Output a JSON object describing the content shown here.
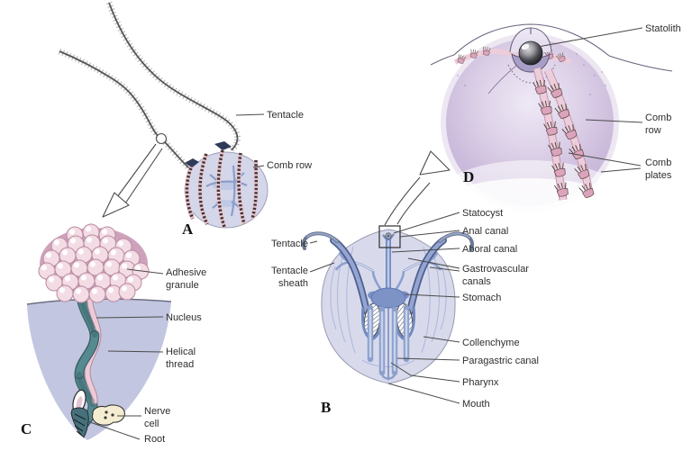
{
  "figure": {
    "panels": {
      "a": {
        "letter": "A",
        "labels": {
          "tentacle": "Tentacle",
          "comb_row": "Comb row"
        }
      },
      "b": {
        "letter": "B",
        "labels": {
          "tentacle": "Tentacle",
          "tentacle_sheath": "Tentacle sheath",
          "statocyst": "Statocyst",
          "anal_canal": "Anal canal",
          "aboral_canal": "Aboral canal",
          "gastrovascular_canals": "Gastrovascular canals",
          "stomach": "Stomach",
          "collenchyme": "Collenchyme",
          "paragastric_canal": "Paragastric canal",
          "pharynx": "Pharynx",
          "mouth": "Mouth"
        }
      },
      "c": {
        "letter": "C",
        "labels": {
          "adhesive_granule": "Adhesive granule",
          "nucleus": "Nucleus",
          "helical_thread": "Helical thread",
          "nerve_cell": "Nerve cell",
          "root": "Root"
        }
      },
      "d": {
        "letter": "D",
        "labels": {
          "statolith": "Statolith",
          "comb_row": "Comb row",
          "comb_plates": "Comb plates"
        }
      }
    },
    "colors": {
      "body_lavender": "#d6d8ec",
      "canal_blue": "#7d93c6",
      "comb_pink": "#e8c4d2",
      "comb_plate_dark": "#3f3434",
      "granule_pink": "#f3dce4",
      "thread_teal": "#4f7d84",
      "nerve_cream": "#f4edd2",
      "sphere_purple": "#c9b8da",
      "statolith_dark": "#17171a"
    }
  }
}
